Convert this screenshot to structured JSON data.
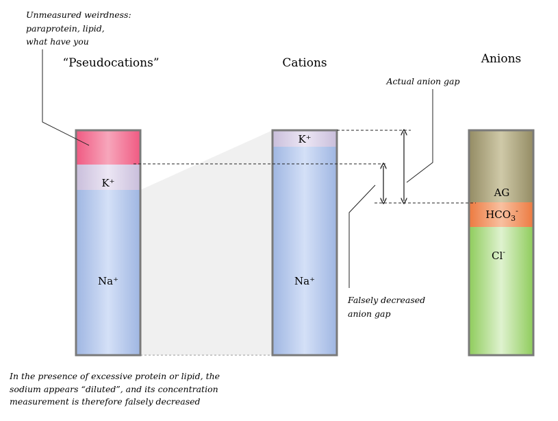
{
  "headers": {
    "pseudocations": "“Pseudocations”",
    "cations": "Cations",
    "anions": "Anions"
  },
  "annotations": {
    "unmeasured": [
      "Unmeasured weirdness:",
      "paraprotein, lipid,",
      "what have you"
    ],
    "actual_gap": "Actual anion gap",
    "false_gap": [
      "Falsely decreased",
      "anion gap"
    ],
    "bottom_note": [
      "In the presence of excessive protein or lipid, the",
      "sodium appears “diluted”, and its concentration",
      "measurement is therefore falsely decreased"
    ]
  },
  "bars": {
    "pseudo": {
      "k": "K⁺",
      "na": "Na⁺"
    },
    "cations": {
      "k": "K⁺",
      "na": "Na⁺"
    },
    "anions": {
      "ag": "AG",
      "hco3": "HCO",
      "hco3_sub": "3",
      "hco3_sup": "-",
      "cl": "Cl",
      "cl_sup": "-"
    }
  },
  "colors": {
    "unmeasured": "#f06a8c",
    "potassium": "#d9cde6",
    "sodium": "#b5c9ec",
    "anion_gap": "#a9a27d",
    "bicarbonate": "#f08a55",
    "chloride": "#a4d87a",
    "bar_border": "#7a7a7a"
  }
}
